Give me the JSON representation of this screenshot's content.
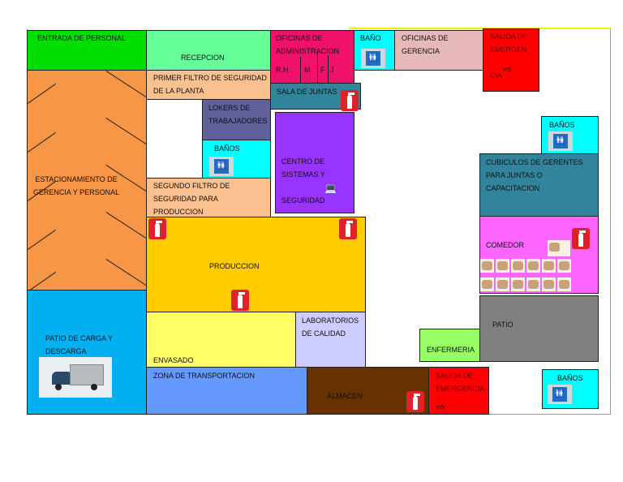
{
  "rooms": {
    "entrada": "ENTRADA DE PERSONAL",
    "recepcion": "RECEPCION",
    "estacionamiento": "ESTACIONAMIENTO DE\nGERENCIA Y PERSONAL",
    "primer_filtro": "PRIMER FILTRO DE SEGURIDAD\nDE LA PLANTA",
    "lokers": "LOKERS DE\nTRABAJADORES",
    "banos_left": "BAÑOS",
    "segundo_filtro": "SEGUNDO FILTRO DE\nSEGURIDAD PARA\nPRODUCCION",
    "oficinas_admin": "OFICINAS DE\nADMINISTRACION",
    "admin_rh": "R.H",
    "admin_m": "M",
    "admin_f": "F",
    "admin_j": "J",
    "sala_juntas": "SALA DE JUNTAS",
    "centro_sistemas": "CENTRO DE\nSISTEMAS Y\n\nSEGURIDAD",
    "bano_top": "BAÑO",
    "oficinas_gerencia": "OFICINAS DE\nGERENCIA",
    "salida_top": "SALIDA DE\nEMERGEN_\n\nCIA",
    "banos_right": "BAÑOS",
    "cubiculos": "CUBICULOS DE GERENTES\nPARA JUNTAS O\nCAPACITACION",
    "comedor": "COMEDOR",
    "patio": "PATIO",
    "enfermeria": "ENFERMERIA",
    "produccion": "PRODUCCION",
    "envasado": "ENVASADO",
    "laboratorios": "LABORATORIOS\nDE CALIDAD",
    "patio_carga": "PATIO DE CARGA Y\nDESCARGA",
    "zona_transportacion": "ZONA DE TRANSPORTACION",
    "almacen": "ALMACEN",
    "salida_bottom": "SALIDA DE\nEMERGENCIA",
    "banos_bottom": "BAÑOS"
  },
  "colors": {
    "entrada": "#00dd00",
    "recepcion": "#66ff99",
    "estacionamiento": "#f79646",
    "filtro": "#fac090",
    "lokers": "#60609a",
    "banos": "#00ffff",
    "oficinas_admin": "#f0116a",
    "sala_juntas": "#31849b",
    "centro_sistemas": "#9933ff",
    "oficinas_gerencia": "#e6b8b7",
    "salida": "#ff0000",
    "cubiculos": "#31849b",
    "comedor": "#ff66ff",
    "patio": "#808080",
    "enfermeria": "#99ff66",
    "produccion": "#ffcc00",
    "envasado": "#ffff66",
    "laboratorios": "#ccccff",
    "patio_carga": "#00b0f0",
    "zona_transportacion": "#6699ff",
    "almacen": "#663300"
  },
  "icons": [
    "fire-extinguisher-icon",
    "restroom-icon",
    "exit-arrow-icon",
    "computer-icon",
    "truck-icon",
    "chair-icon"
  ]
}
